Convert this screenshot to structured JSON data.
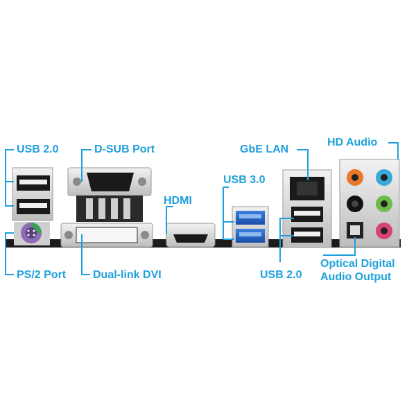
{
  "labels": {
    "usb20_left": "USB 2.0",
    "dsub": "D-SUB Port",
    "hdmi": "HDMI",
    "ps2": "PS/2 Port",
    "dvi": "Dual-link DVI",
    "gbe_lan": "GbE LAN",
    "hd_audio": "HD Audio",
    "usb30": "USB 3.0",
    "usb20_right": "USB 2.0",
    "optical_line1": "Optical Digital",
    "optical_line2": "Audio Output"
  },
  "colors": {
    "label": "#1ea0dc",
    "board": "#1b1b1b",
    "metal": "#d9d9d9",
    "usb3_blue": "#1f5fc6",
    "audio_orange": "#e8782a",
    "audio_blue": "#38a9d8",
    "audio_green": "#6dbb4a",
    "audio_pink": "#d9417a",
    "audio_black": "#111111",
    "ps2_purple": "#8e6cb4",
    "ps2_green": "#3aa055"
  }
}
